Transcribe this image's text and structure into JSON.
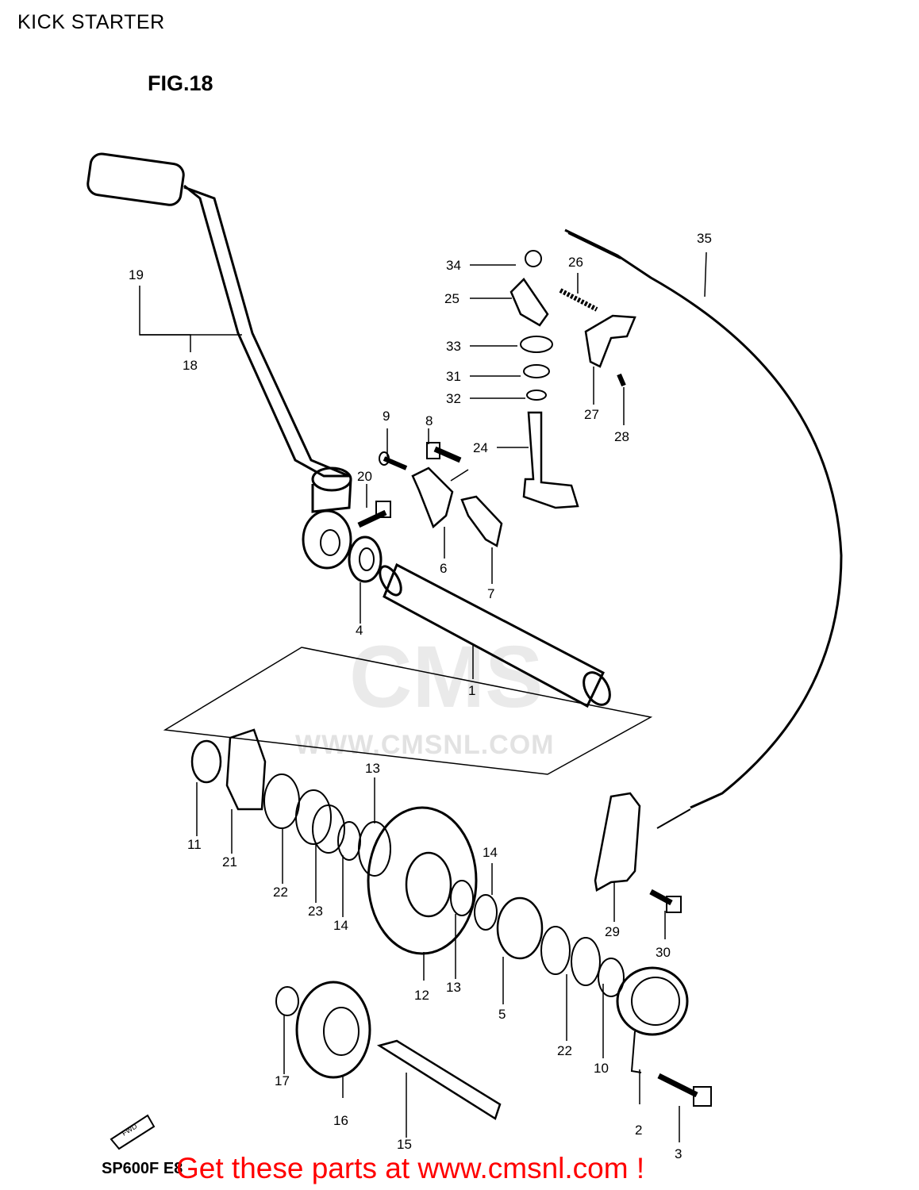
{
  "header": {
    "title": "KICK STARTER",
    "figure": "FIG.18"
  },
  "watermark": {
    "logo": "CMS",
    "url": "WWW.CMSNL.COM"
  },
  "footer": {
    "model": "SP600F E8",
    "promo": "Get these parts at www.cmsnl.com !",
    "promo_color": "#ff0000",
    "direction_marker": "FWD"
  },
  "callouts": [
    {
      "id": "1",
      "text": "1"
    },
    {
      "id": "2",
      "text": "2"
    },
    {
      "id": "3",
      "text": "3"
    },
    {
      "id": "4",
      "text": "4"
    },
    {
      "id": "5",
      "text": "5"
    },
    {
      "id": "6",
      "text": "6"
    },
    {
      "id": "7",
      "text": "7"
    },
    {
      "id": "8",
      "text": "8"
    },
    {
      "id": "9",
      "text": "9"
    },
    {
      "id": "10",
      "text": "10"
    },
    {
      "id": "11",
      "text": "11"
    },
    {
      "id": "12",
      "text": "12"
    },
    {
      "id": "13a",
      "text": "13"
    },
    {
      "id": "13b",
      "text": "13"
    },
    {
      "id": "14a",
      "text": "14"
    },
    {
      "id": "14b",
      "text": "14"
    },
    {
      "id": "15",
      "text": "15"
    },
    {
      "id": "16",
      "text": "16"
    },
    {
      "id": "17",
      "text": "17"
    },
    {
      "id": "18",
      "text": "18"
    },
    {
      "id": "19",
      "text": "19"
    },
    {
      "id": "20",
      "text": "20"
    },
    {
      "id": "21",
      "text": "21"
    },
    {
      "id": "22a",
      "text": "22"
    },
    {
      "id": "22b",
      "text": "22"
    },
    {
      "id": "23",
      "text": "23"
    },
    {
      "id": "24",
      "text": "24"
    },
    {
      "id": "25",
      "text": "25"
    },
    {
      "id": "26",
      "text": "26"
    },
    {
      "id": "27",
      "text": "27"
    },
    {
      "id": "28",
      "text": "28"
    },
    {
      "id": "29",
      "text": "29"
    },
    {
      "id": "30",
      "text": "30"
    },
    {
      "id": "31",
      "text": "31"
    },
    {
      "id": "32",
      "text": "32"
    },
    {
      "id": "33",
      "text": "33"
    },
    {
      "id": "34",
      "text": "34"
    },
    {
      "id": "35",
      "text": "35"
    }
  ]
}
